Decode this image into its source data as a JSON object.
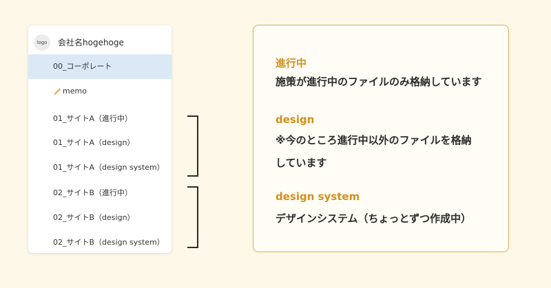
{
  "sidebar": {
    "logo_text": "logo",
    "company_name": "会社名hogehoge",
    "items": [
      {
        "label": "00_コーポレート",
        "active": true
      },
      {
        "label": "memo",
        "icon": "pencil-icon"
      },
      {
        "label": "01_サイトA（進行中）"
      },
      {
        "label": "01_サイトA（design）"
      },
      {
        "label": "01_サイトA（design system）"
      },
      {
        "label": "02_サイトB（進行中）"
      },
      {
        "label": "02_サイトB（design）"
      },
      {
        "label": "02_サイトB（design system）"
      }
    ]
  },
  "legend": {
    "sections": [
      {
        "heading": "進行中",
        "lines": [
          "施策が進行中のファイルのみ格納しています"
        ]
      },
      {
        "heading": "design",
        "lines": [
          "※今のところ進行中以外のファイルを格納",
          "しています"
        ]
      },
      {
        "heading": "design system",
        "lines": [
          "デザインシステム（ちょっとずつ作成中）"
        ]
      }
    ]
  },
  "colors": {
    "background": "#fdf8e8",
    "accent_heading": "#d18f1e",
    "panel_border": "#d6ad5e",
    "active_item": "#dbe9f6"
  }
}
